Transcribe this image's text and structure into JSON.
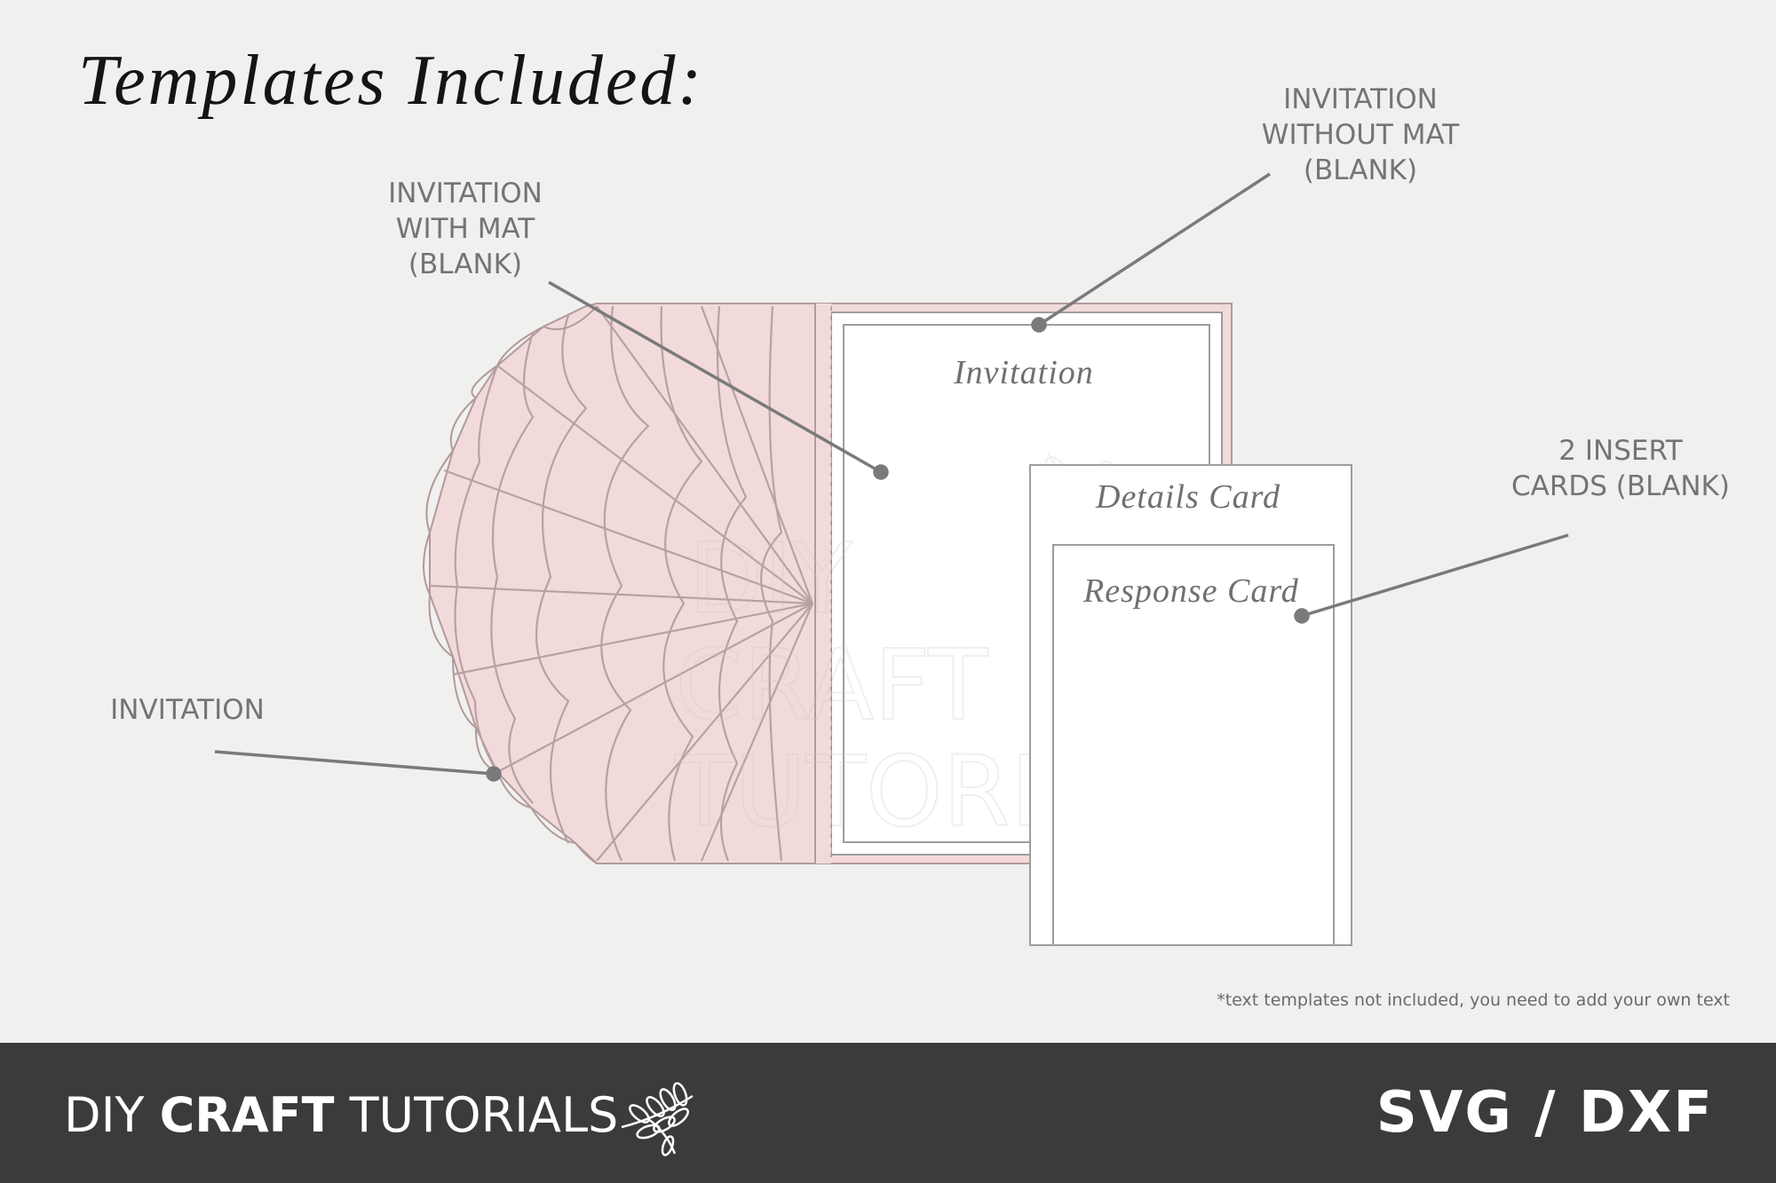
{
  "title": "Templates Included:",
  "labels": {
    "invitation_with_mat": [
      "INVITATION",
      "WITH MAT",
      "(BLANK)"
    ],
    "invitation_without_mat": [
      "INVITATION",
      "WITHOUT MAT",
      "(BLANK)"
    ],
    "insert_cards": [
      "2 INSERT",
      "CARDS (BLANK)"
    ],
    "invitation": [
      "INVITATION"
    ]
  },
  "cards": {
    "invitation": "Invitation",
    "details": "Details Card",
    "response": "Response Card"
  },
  "footnote": "*text templates not included, you need to add your own text",
  "footer": {
    "brand_part1": "DIY ",
    "brand_part2": "CRAFT",
    "brand_part3": " TUTORIALS",
    "formats": "SVG / DXF"
  },
  "colors": {
    "web_fill": "#f3dada",
    "web_outline": "#b09a9a",
    "leader_line": "#7a7a7a",
    "footer_bg": "#3b3b3b"
  },
  "icons": [
    "leaf-sprig-icon",
    "watermark-leaf-icon"
  ]
}
